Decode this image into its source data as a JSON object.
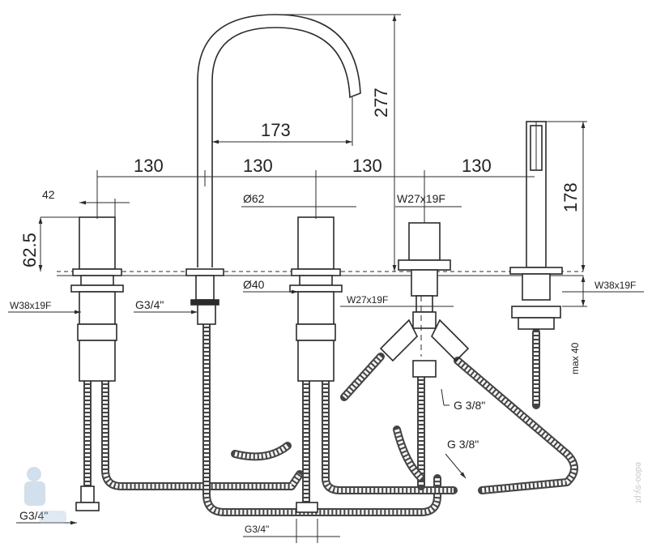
{
  "dimensions": {
    "spout_height": "277",
    "spout_reach": "173",
    "spacing_1": "130",
    "spacing_2": "130",
    "spacing_3": "130",
    "spacing_4": "130",
    "handle_width": "42",
    "handle_height": "62.5",
    "diverter_diameter": "Ø62",
    "shank_diameter": "Ø40",
    "diverter_thread": "W27x19F",
    "diverter_thread_2": "W27x19F",
    "handle_thread": "W38x19F",
    "shower_thread": "W38x19F",
    "spout_connection": "G3/4\"",
    "inlet_connection": "G3/4\"",
    "outlet_connection": "G3/4\"",
    "hose_connection_1": "G 3/8\"",
    "hose_connection_2": "G 3/8\"",
    "handshower_height": "178",
    "max_thickness": "max 40"
  },
  "watermark": "edoo-sy.pt"
}
